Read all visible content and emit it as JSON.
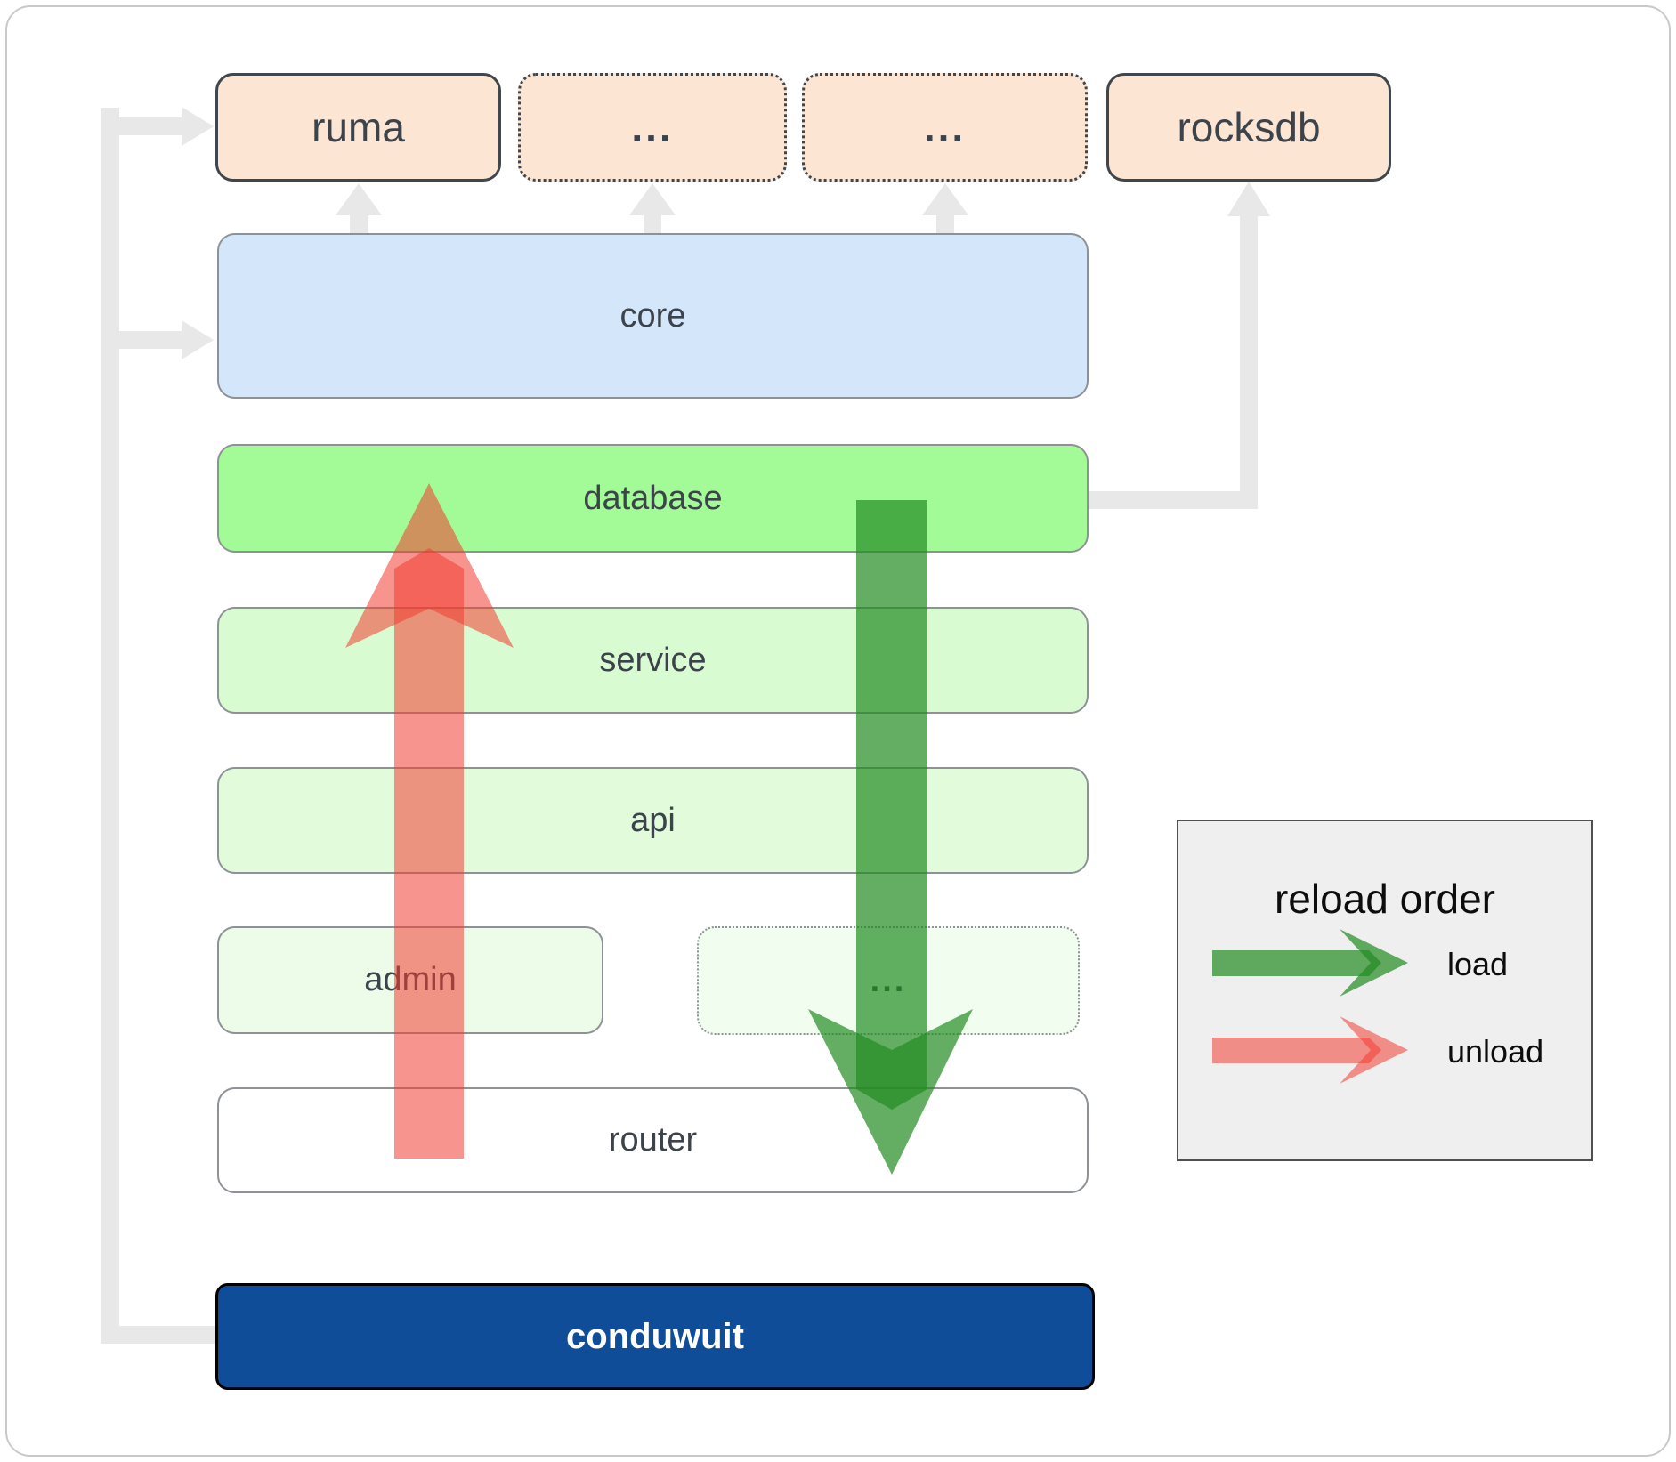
{
  "boxes": {
    "ruma": "ruma",
    "crate_more_1": "...",
    "crate_more_2": "...",
    "rocksdb": "rocksdb",
    "core": "core",
    "database": "database",
    "service": "service",
    "api": "api",
    "admin": "admin",
    "service_more": "...",
    "router": "router",
    "conduwuit": "conduwuit"
  },
  "legend": {
    "title": "reload order",
    "items": [
      {
        "label": "load",
        "color": "#2E8B2E"
      },
      {
        "label": "unload",
        "color": "#F23C32"
      }
    ]
  },
  "arrows": {
    "load": {
      "from": "database",
      "to": "router",
      "direction": "down",
      "color": "#2E8B2E"
    },
    "unload": {
      "from": "router",
      "to": "database",
      "direction": "up",
      "color": "#F23C32"
    },
    "dependencies": [
      {
        "from": "conduwuit",
        "to": "ruma"
      },
      {
        "from": "conduwuit",
        "to": "core"
      },
      {
        "from": "core",
        "to": "ruma"
      },
      {
        "from": "core",
        "to": "crate_more_1"
      },
      {
        "from": "core",
        "to": "crate_more_2"
      },
      {
        "from": "database",
        "to": "rocksdb"
      }
    ]
  },
  "colors": {
    "crate_fill": "#fce5d3",
    "crate_border": "#40464c",
    "core_fill": "#d4e6f9",
    "database_fill": "#a3fb97",
    "service_fill": "#d9fbd1",
    "api_fill": "#e2fcdb",
    "admin_fill": "#edfce9",
    "service_more_fill": "#f1fdee",
    "router_fill": "#ffffff",
    "conduwuit_fill": "#0f4d99",
    "connector_gray": "#e8e8e8",
    "legend_bg": "#efefef",
    "label_text": "#3d434a"
  }
}
